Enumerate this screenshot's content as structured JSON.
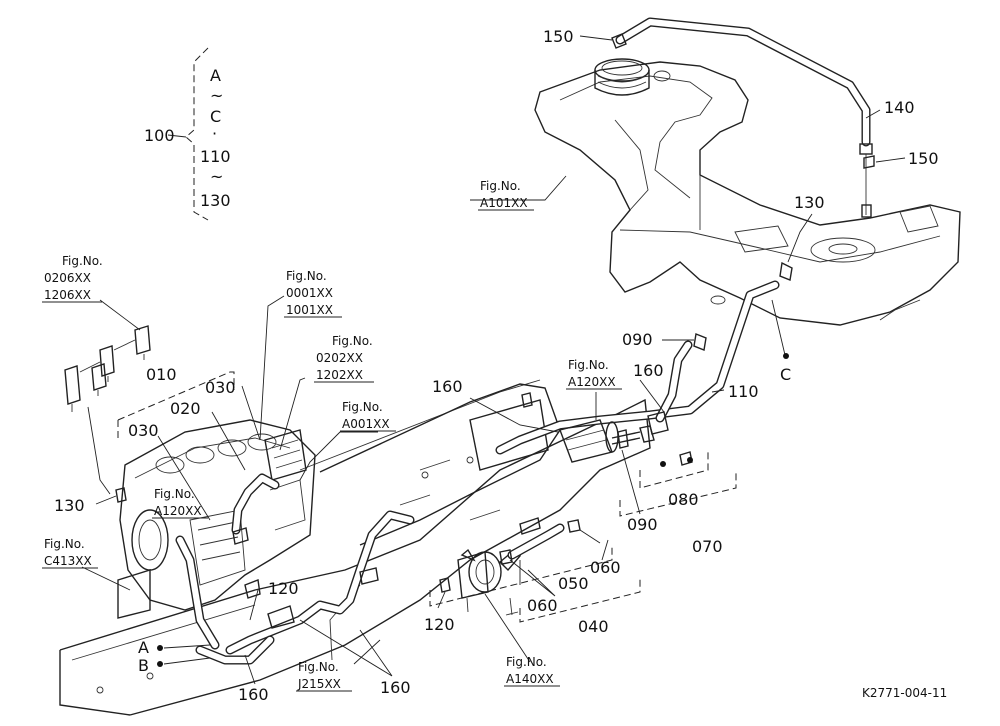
{
  "drawing_id": "K2771-004-11",
  "bracket_group": {
    "part_no": "100",
    "lines": [
      "A",
      "~",
      "C",
      "·",
      "110",
      "~",
      "130"
    ]
  },
  "callouts": [
    {
      "id": "c150a",
      "text": "150"
    },
    {
      "id": "c150b",
      "text": "150"
    },
    {
      "id": "c140",
      "text": "140"
    },
    {
      "id": "c130a",
      "text": "130"
    },
    {
      "id": "c130b",
      "text": "130"
    },
    {
      "id": "c090a",
      "text": "090"
    },
    {
      "id": "c090b",
      "text": "090"
    },
    {
      "id": "cC",
      "text": "C"
    },
    {
      "id": "c160a",
      "text": "160"
    },
    {
      "id": "c160b",
      "text": "160"
    },
    {
      "id": "c160c",
      "text": "160"
    },
    {
      "id": "c160d",
      "text": "160"
    },
    {
      "id": "c110",
      "text": "110"
    },
    {
      "id": "c010",
      "text": "010"
    },
    {
      "id": "c020",
      "text": "020"
    },
    {
      "id": "c030a",
      "text": "030"
    },
    {
      "id": "c030b",
      "text": "030"
    },
    {
      "id": "c080",
      "text": "080"
    },
    {
      "id": "c070",
      "text": "070"
    },
    {
      "id": "c060a",
      "text": "060"
    },
    {
      "id": "c060b",
      "text": "060"
    },
    {
      "id": "c050",
      "text": "050"
    },
    {
      "id": "c040",
      "text": "040"
    },
    {
      "id": "c120a",
      "text": "120"
    },
    {
      "id": "c120b",
      "text": "120"
    },
    {
      "id": "cA",
      "text": "A"
    },
    {
      "id": "cB",
      "text": "B"
    }
  ],
  "figure_refs": [
    {
      "id": "f_a101",
      "label": "Fig.No.",
      "code": "A101XX"
    },
    {
      "id": "f_0206",
      "label": "Fig.No.",
      "code": "0206XX",
      "code2": "1206XX"
    },
    {
      "id": "f_0001",
      "label": "Fig.No.",
      "code": "0001XX",
      "code2": "1001XX"
    },
    {
      "id": "f_0202",
      "label": "Fig.No.",
      "code": "0202XX",
      "code2": "1202XX"
    },
    {
      "id": "f_a001",
      "label": "Fig.No.",
      "code": "A001XX"
    },
    {
      "id": "f_a120a",
      "label": "Fig.No.",
      "code": "A120XX"
    },
    {
      "id": "f_a120b",
      "label": "Fig.No.",
      "code": "A120XX"
    },
    {
      "id": "f_c413",
      "label": "Fig.No.",
      "code": "C413XX"
    },
    {
      "id": "f_j215",
      "label": "Fig.No.",
      "code": "J215XX"
    },
    {
      "id": "f_a140",
      "label": "Fig.No.",
      "code": "A140XX"
    }
  ]
}
